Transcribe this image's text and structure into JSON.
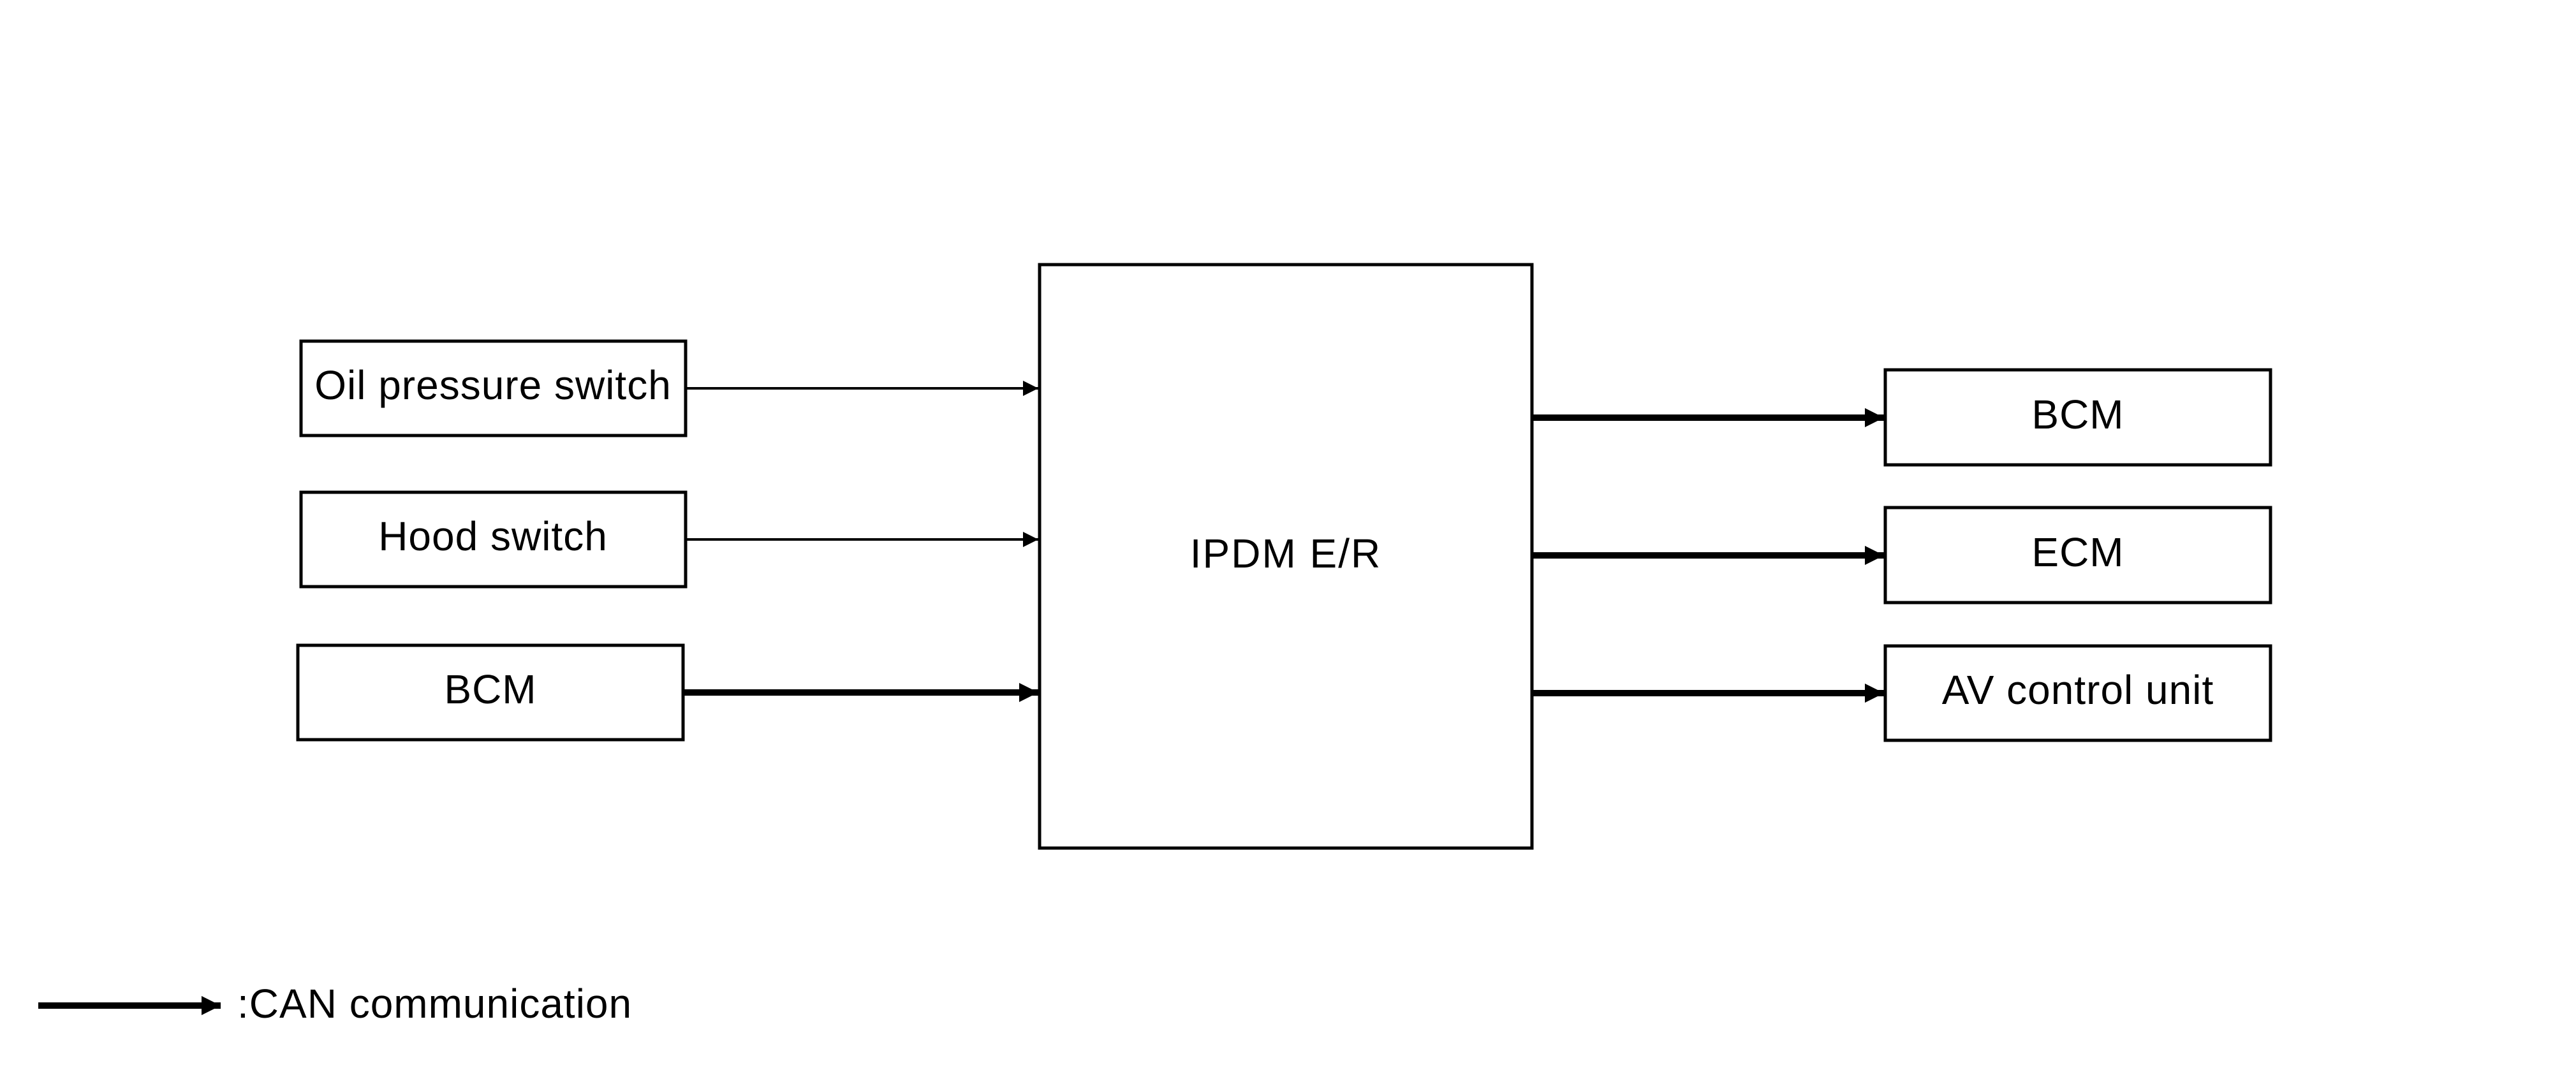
{
  "center": {
    "label": "IPDM E/R"
  },
  "inputs": [
    {
      "label": "Oil pressure switch",
      "can": false
    },
    {
      "label": "Hood switch",
      "can": false
    },
    {
      "label": "BCM",
      "can": true
    }
  ],
  "outputs": [
    {
      "label": "BCM",
      "can": true
    },
    {
      "label": "ECM",
      "can": true
    },
    {
      "label": "AV control unit",
      "can": true
    }
  ],
  "legend": {
    "label": ":CAN communication"
  }
}
